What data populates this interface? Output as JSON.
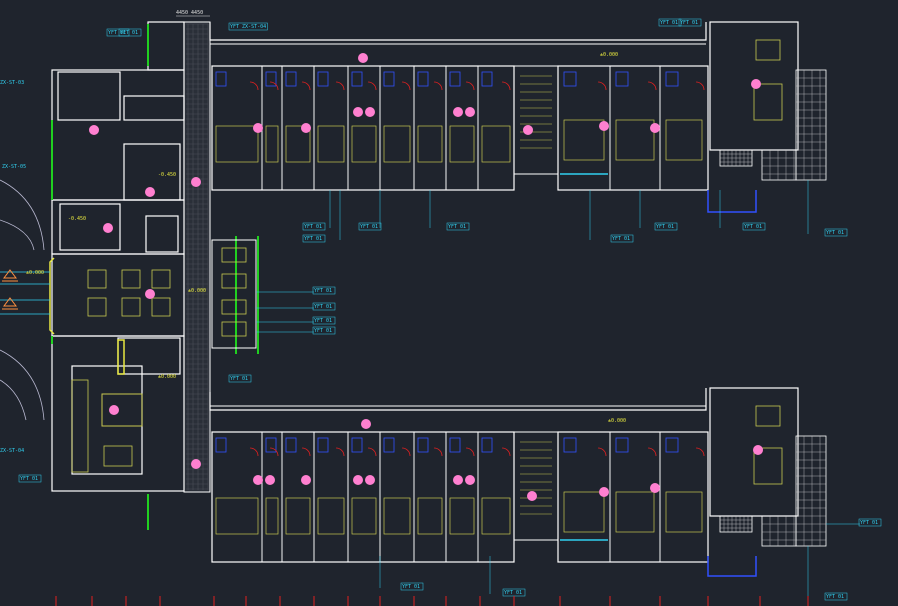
{
  "drawing": {
    "top_dimension": "4450 4450",
    "colors": {
      "background": "#1f242d",
      "wall": "#ffffff",
      "furniture": "#c8c850",
      "door": "#e02020",
      "glazing": "#20d020",
      "tag": "#30d0f0",
      "marker": "#ff80d0",
      "fixture": "#3050ff"
    },
    "tags": [
      {
        "id": "t1",
        "text": "YFT 01"
      },
      {
        "id": "t2",
        "text": "YFT 01"
      },
      {
        "id": "t3",
        "text": "YFT 01"
      },
      {
        "id": "t4",
        "text": "YFT 01"
      },
      {
        "id": "t5",
        "text": "YFT 01"
      },
      {
        "id": "t6",
        "text": "YFT 01"
      },
      {
        "id": "t7",
        "text": "YFT 01"
      },
      {
        "id": "t8",
        "text": "YFT 01"
      },
      {
        "id": "t9",
        "text": "YFT 01"
      },
      {
        "id": "t10",
        "text": "YFT 01"
      },
      {
        "id": "t11",
        "text": "YFT 01"
      },
      {
        "id": "t12",
        "text": "YFT 01"
      },
      {
        "id": "t13",
        "text": "YFT 01"
      },
      {
        "id": "t14",
        "text": "YFT 01"
      },
      {
        "id": "t15",
        "text": "YFT 01"
      },
      {
        "id": "t16",
        "text": "YFT 01"
      },
      {
        "id": "t17",
        "text": "YFT 01"
      },
      {
        "id": "t18",
        "text": "YFT 01"
      },
      {
        "id": "t19",
        "text": "YFT 01"
      },
      {
        "id": "t20",
        "text": "YFT 01"
      },
      {
        "id": "t21",
        "text": "YFT 01"
      },
      {
        "id": "t22",
        "text": "YFT 01"
      },
      {
        "id": "t23",
        "text": "YFT ZX-ST-04"
      },
      {
        "id": "t24",
        "text": "YFT 01"
      }
    ],
    "left_labels": [
      {
        "id": "l1",
        "text": "ZX-ST-03"
      },
      {
        "id": "l2",
        "text": "ZX-ST-05"
      },
      {
        "id": "l3",
        "text": "ZX-ST-04"
      }
    ],
    "levels": [
      {
        "id": "v1",
        "text": "±0.000"
      },
      {
        "id": "v2",
        "text": "±0.000"
      },
      {
        "id": "v3",
        "text": "±0.000"
      },
      {
        "id": "v4",
        "text": "-0.450"
      },
      {
        "id": "v5",
        "text": "-0.450"
      },
      {
        "id": "v6",
        "text": "±0.000"
      },
      {
        "id": "v7",
        "text": "±0.000"
      }
    ]
  }
}
